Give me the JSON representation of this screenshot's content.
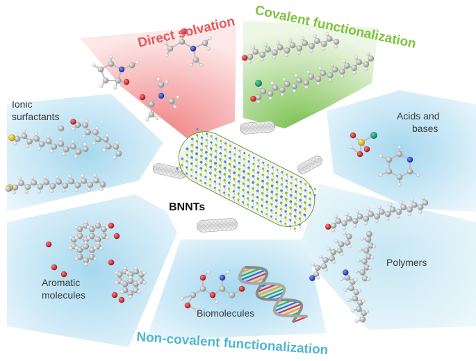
{
  "center_label": "BNNTs",
  "headings": {
    "top_left": "Direct solvation",
    "top_right": "Covalent functionalization",
    "bottom": "Non-covalent functionalization"
  },
  "categories": {
    "ionic_line1": "Ionic",
    "ionic_line2": "surfactants",
    "aromatic_line1": "Aromatic",
    "aromatic_line2": "molecules",
    "biomolecules": "Biomolecules",
    "polymers": "Polymers",
    "acids_line1": "Acids and",
    "acids_line2": "bases"
  },
  "colors": {
    "direct_solvation": "#e8555a",
    "covalent": "#7fc241",
    "non_covalent": "#4fb6cf",
    "label_text": "#3a3a3a",
    "carbon": "#b8b8b8",
    "hydrogen": "#ffffff",
    "oxygen": "#d8262a",
    "nitrogen": "#2a3fbf",
    "sulfur": "#e2c32a",
    "boron": "#5a8fd6",
    "bn_nitrogen": "#9bbf3a"
  }
}
